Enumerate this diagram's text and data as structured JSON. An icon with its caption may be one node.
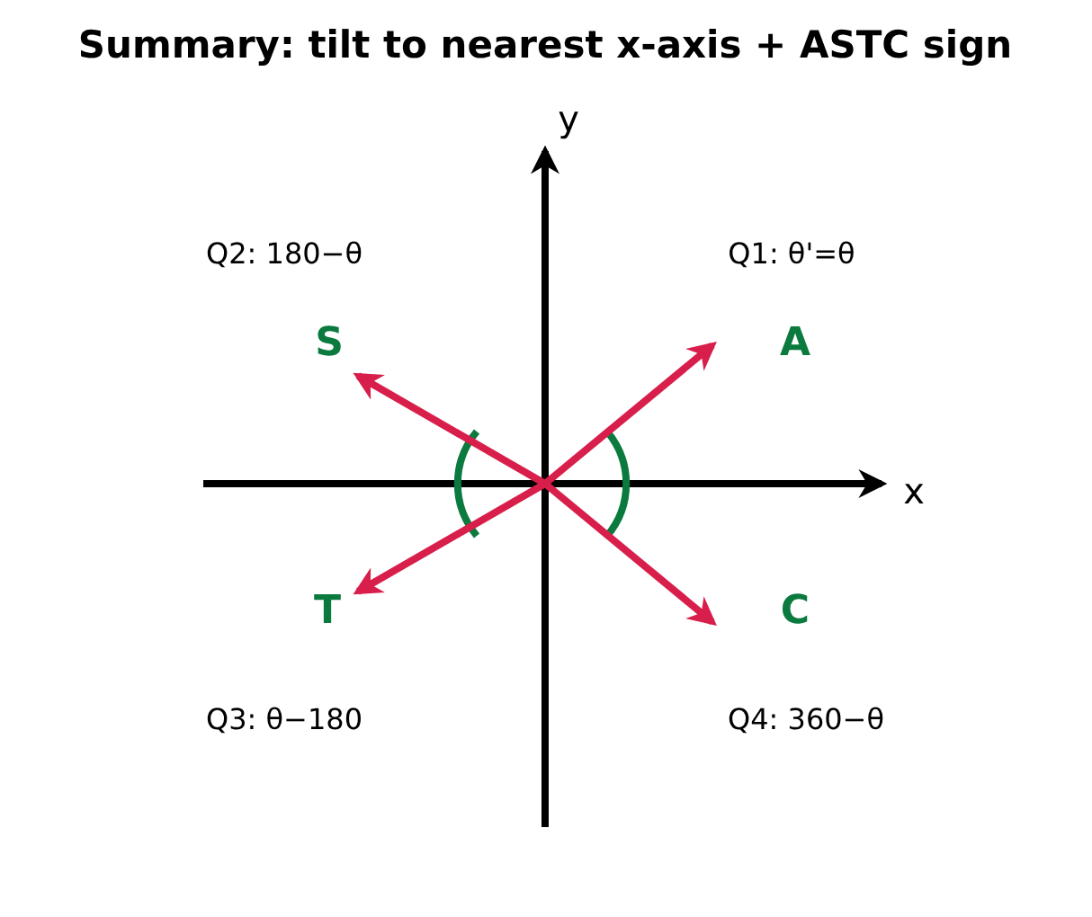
{
  "diagram": {
    "title": "Summary: tilt to nearest x-axis + ASTC sign",
    "labels": [
      "y",
      "Q2: 180−θ",
      "Q1: θ'=θ",
      "S",
      "A",
      "x",
      "T",
      "C",
      "Q3: θ−180",
      "Q4: 360−θ"
    ]
  }
}
